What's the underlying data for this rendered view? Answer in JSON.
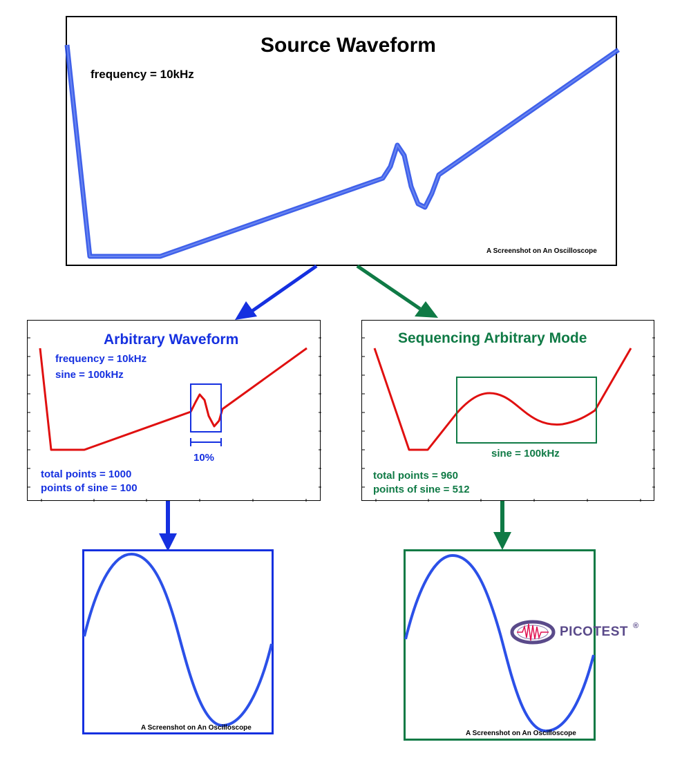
{
  "colors": {
    "source_trace": "#2b50e8",
    "arb_accent": "#1530e0",
    "seq_accent": "#0f7a45",
    "red_trace": "#e01010",
    "logo": "#5a4a8a"
  },
  "source": {
    "title": "Source Waveform",
    "frequency": "frequency = 10kHz",
    "caption": "A Screenshot on An Oscilloscope"
  },
  "arbitrary": {
    "title": "Arbitrary Waveform",
    "frequency": "frequency = 10kHz",
    "sine": "sine = 100kHz",
    "percent": "10%",
    "total_points": "total points = 1000",
    "sine_points": "points of sine = 100"
  },
  "sequencing": {
    "title": "Sequencing Arbitrary Mode",
    "sine": "sine = 100kHz",
    "total_points": "total points = 960",
    "sine_points": "points of sine = 512"
  },
  "output_left": {
    "caption": "A Screenshot on An Oscilloscope"
  },
  "output_right": {
    "caption": "A Screenshot on An Oscilloscope"
  },
  "logo": {
    "text": "PICOTEST",
    "mark": "®"
  }
}
